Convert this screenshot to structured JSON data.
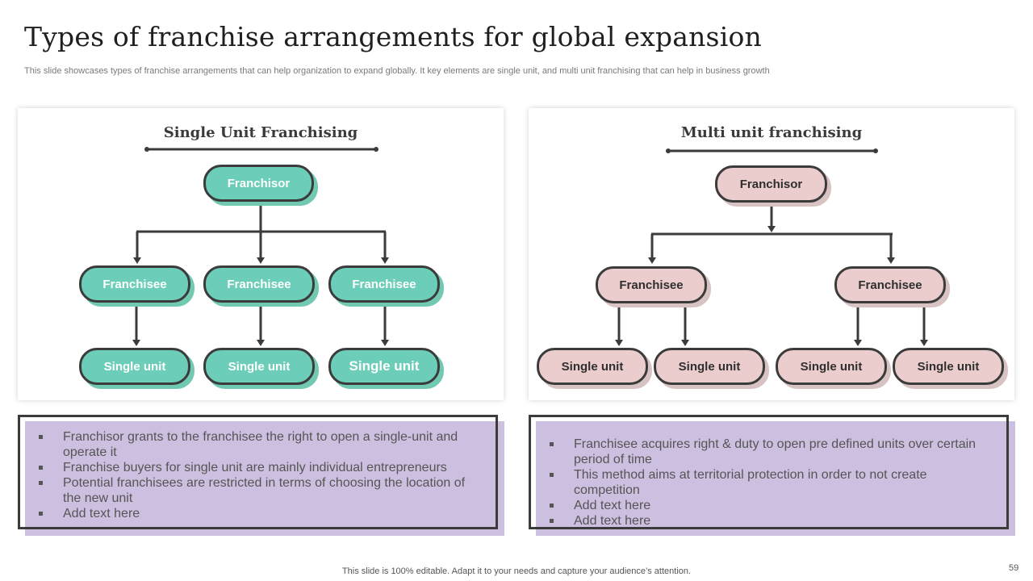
{
  "slide": {
    "title": "Types of franchise arrangements for global expansion",
    "subtitle": "This slide showcases types of franchise arrangements that can help organization to expand globally. It key elements are single unit, and multi unit franchising that can help in business growth",
    "footer": "This slide is 100% editable. Adapt it to your needs and capture your audience’s attention.",
    "page_number": "59"
  },
  "single_unit": {
    "heading": "Single Unit Franchising",
    "franchisor": "Franchisor",
    "franchisees": [
      "Franchisee",
      "Franchisee",
      "Franchisee"
    ],
    "units": [
      "Single unit",
      "Single unit",
      "Single unit"
    ],
    "color": "#6ccdb8",
    "points": [
      "Franchisor grants to the franchisee the right to open a single-unit and operate it",
      "Franchise buyers for single unit are mainly individual entrepreneurs",
      "Potential franchisees are restricted in terms of choosing the location of the new unit",
      "Add text here"
    ]
  },
  "multi_unit": {
    "heading": "Multi unit franchising",
    "franchisor": "Franchisor",
    "franchisees": [
      "Franchisee",
      "Franchisee"
    ],
    "units": [
      "Single unit",
      "Single unit",
      "Single unit",
      "Single unit"
    ],
    "color": "#eccdcd",
    "points": [
      "Franchisee acquires right & duty to open pre defined units over certain period of time",
      "This method aims at territorial protection in order to not create competition",
      "Add text here",
      "Add text here"
    ]
  },
  "colors": {
    "description_fill": "#cdbfdf",
    "outline": "#3b3b3b"
  }
}
